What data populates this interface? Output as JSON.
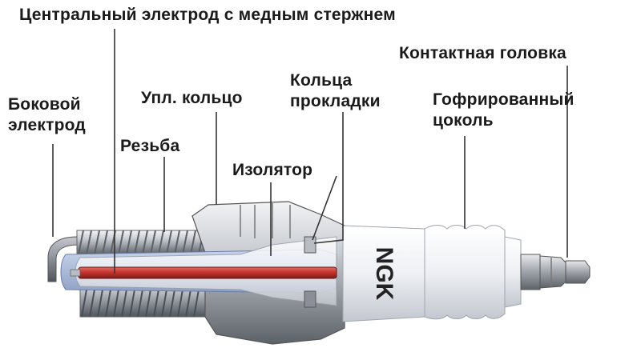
{
  "labels": {
    "center_electrode": "Центральный электрод с медным стержнем",
    "contact_head": "Контактная головка",
    "side_electrode_line1": "Боковой",
    "side_electrode_line2": "электрод",
    "sealing_ring": "Упл. кольцо",
    "gasket_rings_line1": "Кольца",
    "gasket_rings_line2": "прокладки",
    "corrugated_base_line1": "Гофрированный",
    "corrugated_base_line2": "цоколь",
    "thread": "Резьба",
    "insulator": "Изолятор"
  },
  "brand": {
    "logo_text": "NGK"
  },
  "colors": {
    "label_text": "#1a1a1a",
    "leader_line": "#333333",
    "metal_light": "#d6d9de",
    "metal_mid": "#a9adb4",
    "metal_dark": "#6e737b",
    "insulator": "#eeeff3",
    "core_red": "#c8352f",
    "core_dark": "#7a1c18",
    "inner_blue": "#9fb2d6"
  }
}
